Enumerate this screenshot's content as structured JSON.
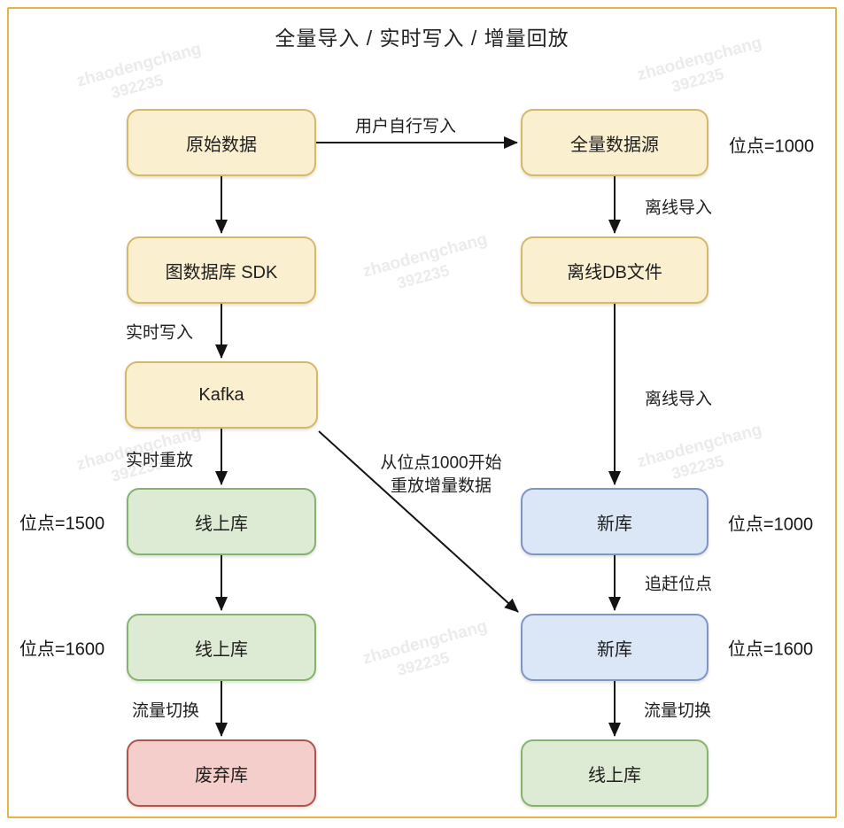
{
  "title": "全量导入 / 实时写入 / 增量回放",
  "watermark": {
    "line1": "zhaodengchang",
    "line2": "392235"
  },
  "colors": {
    "page_border": "#E2B44C",
    "yellow_fill": "#FAF0CF",
    "yellow_border": "#D5B86A",
    "green_fill": "#DEEBD4",
    "green_border": "#84B370",
    "blue_fill": "#DBE7F7",
    "blue_border": "#7E96C4",
    "red_fill": "#F4CECB",
    "red_border": "#B0524E",
    "arrow": "#141414",
    "watermark_text": "#ebebeb"
  },
  "nodes": {
    "raw_data": {
      "label": "原始数据"
    },
    "full_source": {
      "label": "全量数据源",
      "offset": "位点=1000"
    },
    "graph_sdk": {
      "label": "图数据库 SDK"
    },
    "offline_db_file": {
      "label": "离线DB文件"
    },
    "kafka": {
      "label": "Kafka"
    },
    "online_db_1500": {
      "label": "线上库",
      "offset": "位点=1500"
    },
    "new_db_1000": {
      "label": "新库",
      "offset": "位点=1000"
    },
    "online_db_1600": {
      "label": "线上库",
      "offset": "位点=1600"
    },
    "new_db_1600": {
      "label": "新库",
      "offset": "位点=1600"
    },
    "discarded_db": {
      "label": "废弃库"
    },
    "online_db_final": {
      "label": "线上库"
    }
  },
  "edges": {
    "user_write": {
      "label": "用户自行写入"
    },
    "offline_import_top": {
      "label": "离线导入"
    },
    "realtime_write": {
      "label": "实时写入"
    },
    "realtime_replay": {
      "label": "实时重放"
    },
    "offline_import_long": {
      "label": "离线导入"
    },
    "replay_from_offset": {
      "line1": "从位点1000开始",
      "line2": "重放增量数据"
    },
    "catch_up": {
      "label": "追赶位点"
    },
    "traffic_switch_left": {
      "label": "流量切换"
    },
    "traffic_switch_right": {
      "label": "流量切换"
    }
  }
}
